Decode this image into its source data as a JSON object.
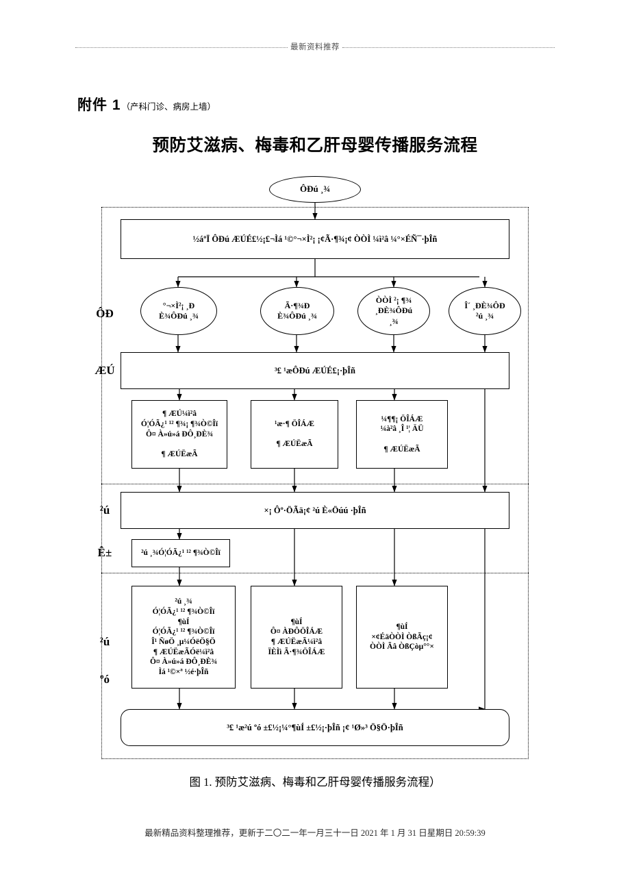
{
  "header": {
    "text": "最新资料推荐"
  },
  "attachment": {
    "label": "附件 1",
    "note": "（产科门诊、病房上墙）"
  },
  "title": "预防艾滋病、梅毒和乙肝母婴传播服务流程",
  "caption": "图 1. 预防艾滋病、梅毒和乙肝母婴传播服务流程）",
  "footer": "最新精品资料整理推荐，更新于二〇二一年一月三十一日 2021 年 1 月 31 日星期日 20:59:39",
  "phase_labels": {
    "pregnancy_1": "ÔÐ",
    "pregnancy_2": "ÆÚ",
    "delivery_1": "²ú",
    "delivery_2": "Ê±",
    "postpartum_1": "²ú",
    "postpartum_2": "ºó"
  },
  "flow": {
    "start": "ÔÐú ¸¾",
    "intake": "½áºÏ ÔÐú ÆÚÉ£½¡£¬Ìá ¹©°¬×Ì²¡ ¡¢Ã·¶¾¡¢ ÒÒÌ ¼ì²â ¼°×ÉÑ¯·þÎñ",
    "screen_results": [
      "°¬×Ì²¡ ¸Ð\nÈ¾ÔÐú ¸¾",
      "Ã·¶¾Ð\nÈ¾ÔÐú ¸¾",
      "ÒÒÌ ²¡ ¶¾\n¸ÐÈ¾ÔÐú\n¸¾",
      "Î´ ¸ÐÈ¾ÔÐ\n²ú ¸¾"
    ],
    "followup": "³£ ¹æÔÐú ÆÚÉ£¡·þÎñ",
    "interventions": [
      "¶ ÆÚ¼ì²â\nÓ¦ÓÃ¿¹ ¹² ¶¾¡ ¶¾Ò©Îï\nÔ¤ À»ú»á ÐÔ¸ÐÈ¾\n\n¶ ÆÚËæÃ",
      "¹æ·¶ ÖÎÁÆ\n\n¶ ÆÚËæÃ",
      "¼¶¶¡ ÖÎÁÆ\n¼à²â ¸Î ¹¦ ÄÜ\n\n¶ ÆÚËæÃ"
    ],
    "delivery_service": "×¡ Ôº·ÖÃä¡¢ ²ú È«Öúú ·þÎñ",
    "delivery_care": "²ú ¸¾Ó¦ÓÃ¿¹ ¹² ¶¾Ò©Îï",
    "postpartum_boxes": [
      "²ú ¸¾\nÓ¦ÓÃ¿¹ ¹² ¶¾Ò©Îï\n¶ùÍ\nÓ¦ÓÃ¿¹ ¹² ¶¾Ò©Îï\nÎ¹ ÑøÖ ¸µ¼ÓëÖ§Ö\n¶ ÆÚËæÃÓë¼ì²â\nÔ¤ À»ú»á ÐÔ¸ÐÈ¾\nÌá ¹©×ª ½é·þÎñ",
      "¶ùÍ\nÔ¤ ÀÐÔÖÎÁÆ\n¶ ÆÚËæÃ¼ì²â\nÏÈÌì Ã·¶¾ÖÎÁÆ",
      "¶ùÍ\n×¢ÉäÒÒÌ ÒßÃç¡¢\nÒÒÌ Ãâ ÒßÇòµ°°×"
    ],
    "final": "³£ ¹æ²ú ºó ±£½¡¼°¶ùÍ ±£½¡·þÎñ ¡¢ ¹Ø»³ Ö§Ö·þÎñ"
  }
}
